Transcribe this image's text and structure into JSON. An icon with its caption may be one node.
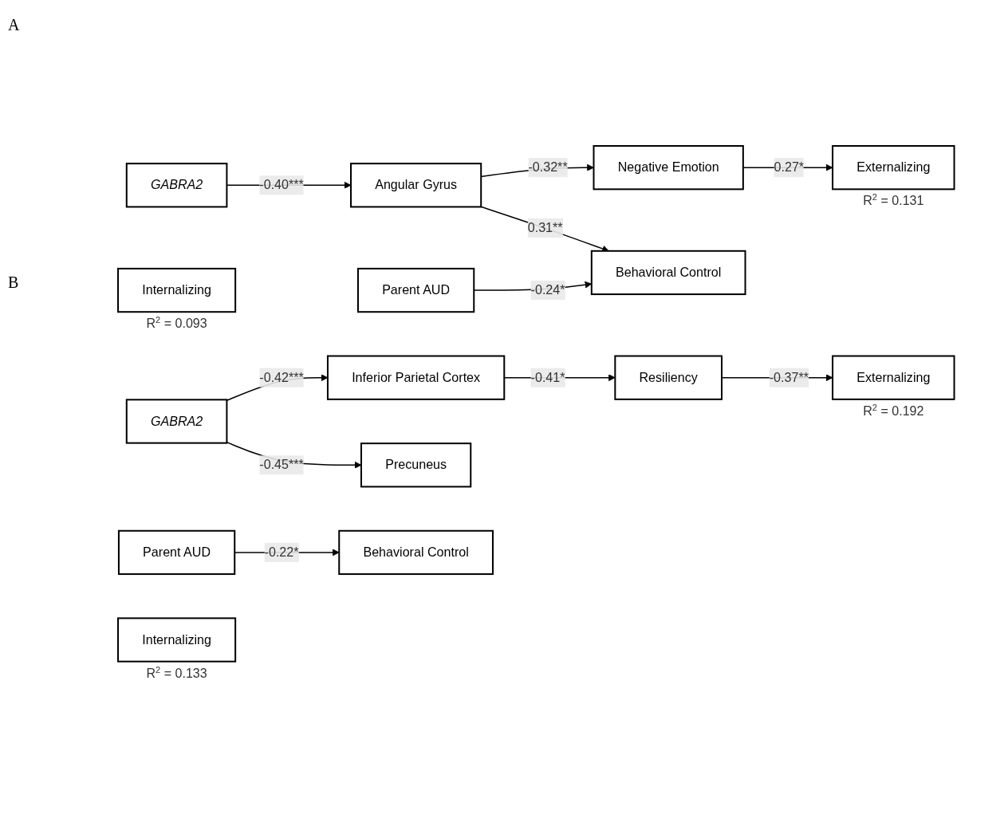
{
  "diagram": {
    "nodes": [
      {
        "text": [
          "GABRA2"
        ]
      },
      {
        "text": [
          "Parent AUD"
        ]
      },
      {
        "text": [
          "Angular Gyrus"
        ]
      },
      {
        "text": [
          "Negative Emotion"
        ]
      },
      {
        "text": [
          "Behavioral Control"
        ]
      },
      {
        "text": [
          "Externalizing"
        ],
        "beside": [
          "R$^{2}$ = 0.131"
        ]
      },
      {
        "text": [
          "Internalizing"
        ],
        "beside": [
          "R$^{2}$ = 0.093"
        ]
      },
      {
        "text": [
          "GABRA2"
        ]
      },
      {
        "text": [
          "Parent AUD"
        ]
      },
      {
        "text": [
          "Inferior Parietal Cortex"
        ]
      },
      {
        "text": [
          "Precuneus"
        ]
      },
      {
        "text": [
          "Resiliency"
        ]
      },
      {
        "text": [
          "Behavioral Control"
        ]
      },
      {
        "text": [
          "Externalizing"
        ],
        "beside": [
          "R$^{2}$ = 0.192"
        ]
      },
      {
        "text": [
          "Internalizing"
        ],
        "beside": [
          "R$^{2}$ = 0.133"
        ]
      }
    ],
    "edges": [
      {
        "from": 0,
        "to": 2,
        "arrow": "to",
        "label": "-0.40***"
      },
      {
        "from": 2,
        "to": 3,
        "arrow": "to",
        "label": "-0.32**"
      },
      {
        "from": 2,
        "to": 4,
        "arrow": "to",
        "label": "0.31**"
      },
      {
        "from": 3,
        "to": 5,
        "arrow": "to",
        "label": "0.27*"
      },
      {
        "from": 1,
        "to": 4,
        "arrow": "to",
        "label": "-0.24*"
      },
      {
        "from": 7,
        "to": 9,
        "arrow": "to",
        "label": "-0.42***"
      },
      {
        "from": 7,
        "to": 10,
        "arrow": "to",
        "label": "-0.45***"
      },
      {
        "from": 9,
        "to": 11,
        "arrow": "to",
        "label": "-0.41*"
      },
      {
        "from": 11,
        "to": 13,
        "arrow": "to",
        "label": "-0.37**"
      },
      {
        "from": 8,
        "to": 12,
        "arrow": "to",
        "label": "-0.22*"
      }
    ],
    "labels": [
      "A",
      "B"
    ]
  }
}
